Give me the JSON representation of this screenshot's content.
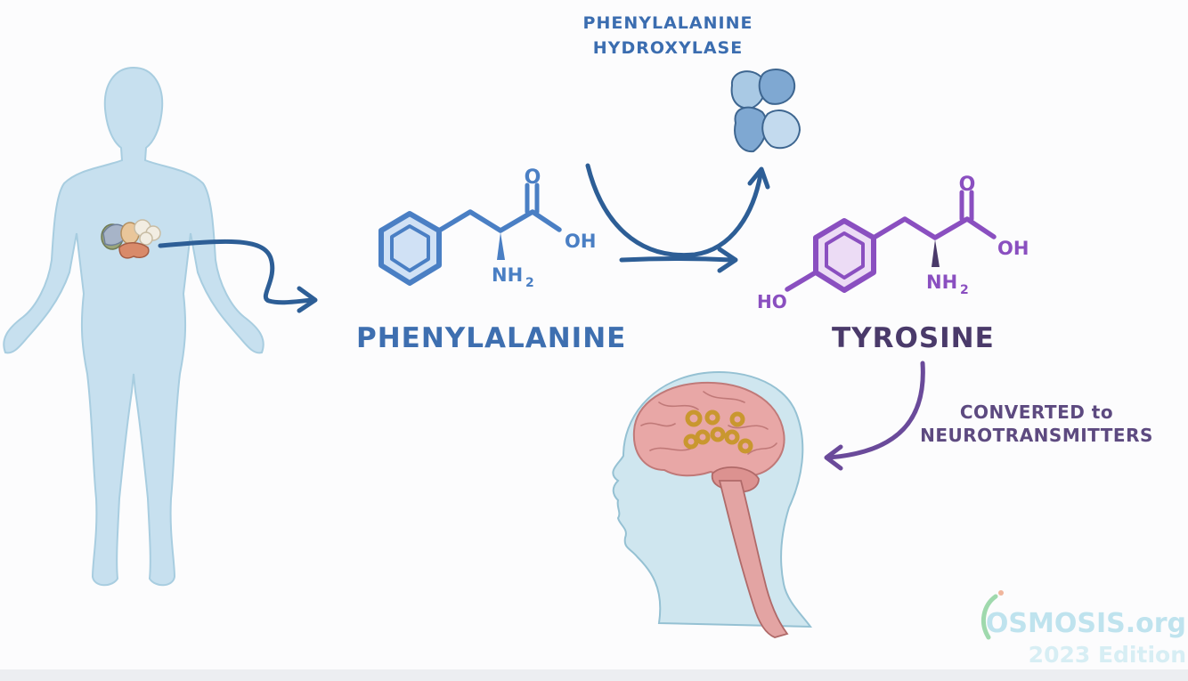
{
  "enzyme_label": {
    "line1": "PHENYLALANINE",
    "line2": "HYDROXYLASE"
  },
  "phenylalanine": {
    "name": "PHENYLALANINE",
    "atom_o": "O",
    "atom_oh": "OH",
    "atom_nh2": "NH",
    "nh2_sub": "2"
  },
  "tyrosine": {
    "name": "TYROSINE",
    "atom_o": "O",
    "atom_oh": "OH",
    "atom_nh2": "NH",
    "nh2_sub": "2",
    "atom_ho": "HO"
  },
  "conversion_note": {
    "line1": "CONVERTED to",
    "line2": "NEUROTRANSMITTERS"
  },
  "watermark": {
    "brand": "OSMOSIS.org",
    "edition": "2023 Edition"
  },
  "colors": {
    "phenylalanine": "#4a7fc4",
    "tyrosine": "#8a4fc0",
    "tyrosine_name": "#4a3a6a",
    "arrow_blue": "#2d5e96",
    "arrow_purple": "#6a4a9a",
    "body": "#c7e0ef",
    "brain": "#e8a7a6",
    "neuron": "#c9972f"
  },
  "icons": [
    "human-body-figure",
    "digestive-organs-icon",
    "enzyme-protein-icon",
    "brain-head-icon",
    "neuron-cluster-icon"
  ]
}
